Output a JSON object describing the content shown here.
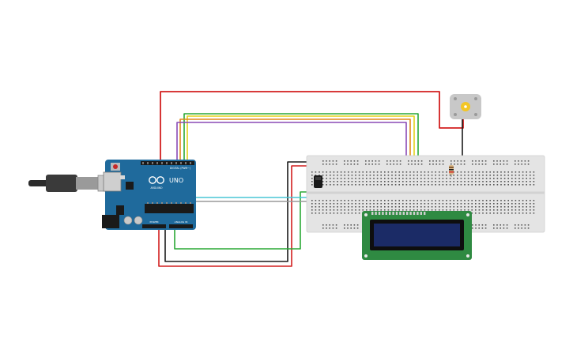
{
  "canvas": {
    "background": "#ffffff"
  },
  "arduino": {
    "model_label": "UNO",
    "brand_label": "ARDUINO",
    "header_label": "DIGITAL (PWM~)",
    "power_label": "POWER",
    "analog_label": "ANALOG IN",
    "board_color": "#1f6a9c",
    "icon": "infinity-logo-icon"
  },
  "components": {
    "usb_cable": {
      "icon": "usb-plug-icon",
      "color": "#2b2b2b"
    },
    "breadboard": {
      "color": "#e4e4e4"
    },
    "lcd": {
      "type": "16x2 character LCD",
      "bezel_color": "#2f8a42",
      "screen_color": "#1b2b66"
    },
    "motor": {
      "type": "DC motor",
      "icon": "dc-motor-icon"
    },
    "transistor": {
      "type": "NPN transistor",
      "icon": "transistor-icon"
    },
    "resistor": {
      "icon": "resistor-icon"
    }
  },
  "wire_colors": {
    "power": "#d21f1f",
    "ground": "#1a1a1a",
    "data_yellow": "#e3d21c",
    "data_green": "#2aa835",
    "data_orange": "#e08a1c",
    "data_purple": "#8a4ab5",
    "signal_teal": "#49c6d6",
    "signal_gray": "#9a9a9a"
  }
}
